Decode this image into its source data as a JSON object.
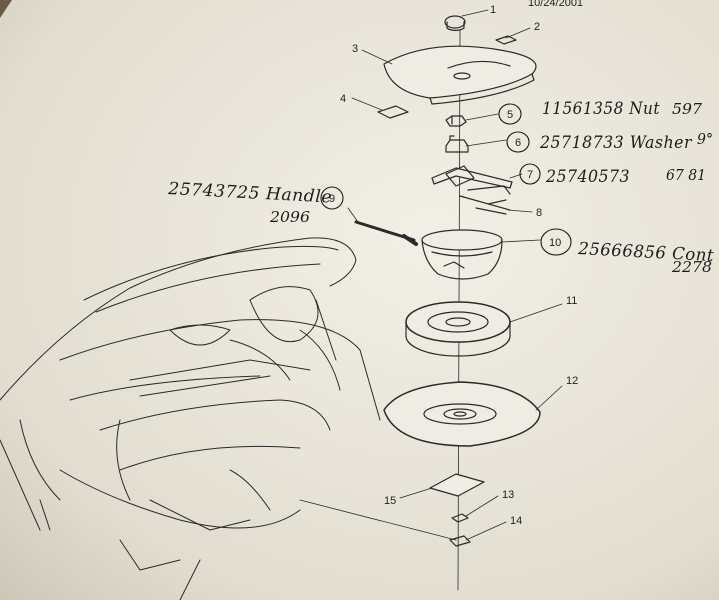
{
  "header": {
    "date_fragment": "10/24/2001"
  },
  "callouts": [
    {
      "id": "1",
      "label": "1"
    },
    {
      "id": "2",
      "label": "2"
    },
    {
      "id": "3",
      "label": "3"
    },
    {
      "id": "4",
      "label": "4"
    },
    {
      "id": "5",
      "label": "5"
    },
    {
      "id": "6",
      "label": "6"
    },
    {
      "id": "7",
      "label": "7"
    },
    {
      "id": "8",
      "label": "8"
    },
    {
      "id": "9",
      "label": "9"
    },
    {
      "id": "10",
      "label": "10"
    },
    {
      "id": "11",
      "label": "11"
    },
    {
      "id": "12",
      "label": "12"
    },
    {
      "id": "13",
      "label": "13"
    },
    {
      "id": "14",
      "label": "14"
    },
    {
      "id": "15",
      "label": "15"
    }
  ],
  "annotations": {
    "item5": {
      "part": "11561358 Nut",
      "extra": "597"
    },
    "item6": {
      "part": "25718733 Washer",
      "extra": "9°"
    },
    "item7": {
      "part": "25740573",
      "extra": "67 81"
    },
    "item9": {
      "part": "25743725 Handle",
      "extra": "2096"
    },
    "item10": {
      "part": "25666856 Cont",
      "extra": "2278"
    }
  },
  "colors": {
    "paper": "#e9e6dc",
    "ink": "#2a2a2a",
    "background": "#6b5a45"
  }
}
